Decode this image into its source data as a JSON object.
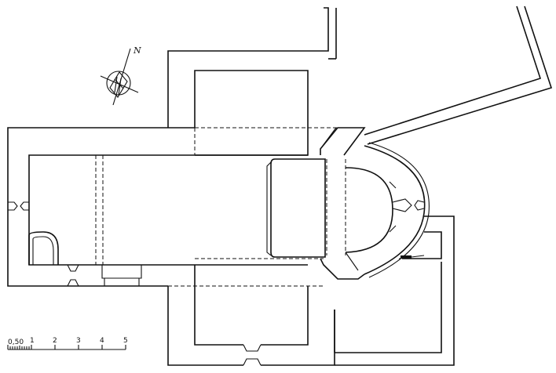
{
  "north_arrow": {
    "letter": "N"
  },
  "scale_bar": {
    "labels": [
      "0,50",
      "1",
      "2",
      "3",
      "4",
      "5"
    ]
  }
}
